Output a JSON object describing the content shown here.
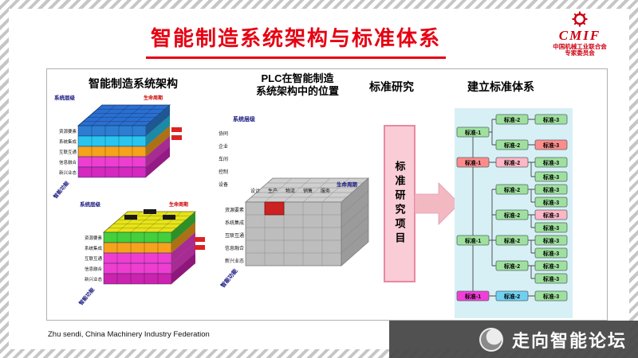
{
  "slide": {
    "title": "智能制造系统架构与标准体系",
    "credit": "Zhu sendi, China Machinery Industry Federation",
    "banner_text": "走向智能论坛"
  },
  "logo": {
    "brand": "CMIF",
    "org": "中国机械工业联合会",
    "sub": "专家委员会"
  },
  "sections": {
    "arch_title": "智能制造系统架构",
    "plc_title_line1": "PLC在智能制造",
    "plc_title_line2": "系统架构中的位置",
    "research_title": "标准研究",
    "build_title": "建立标准体系",
    "research_box_label": "标准研究项目"
  },
  "axes": {
    "system_axis": "系统层级",
    "lifecycle_axis": "生命周期",
    "function_axis": "智能功能",
    "levels": [
      "协同",
      "企业",
      "车间",
      "控制",
      "设备"
    ],
    "phases": [
      "设计",
      "生产",
      "物流",
      "销售",
      "服务"
    ],
    "functions": [
      "资源要素",
      "系统集成",
      "互联互通",
      "信息融合",
      "新兴业态"
    ]
  },
  "colors": {
    "title_red": "#e60012",
    "tree_panel_blue": "#d7f0f6",
    "arrow_pink": "#f2b9c3",
    "research_box_fill": "#f9ccd6",
    "banner_bg": "#484848",
    "plc_cell_red": "#cc2222",
    "node_green": "#9fe09f",
    "node_red": "#ff8b8b",
    "node_pink": "#ffb6c6",
    "node_magenta": "#f23ed8",
    "node_blue": "#6fd0f2"
  },
  "tree": {
    "nodes": [
      {
        "label": "标准-2",
        "color": "green"
      },
      {
        "label": "标准-3",
        "color": "green"
      },
      {
        "label": "标准-1",
        "color": "green"
      },
      {
        "label": "标准-2",
        "color": "green"
      },
      {
        "label": "标准-3",
        "color": "red"
      },
      {
        "label": "标准-1",
        "color": "red"
      },
      {
        "label": "标准-2",
        "color": "pink"
      },
      {
        "label": "标准-3",
        "color": "green"
      },
      {
        "label": "标准-3",
        "color": "green"
      },
      {
        "label": "标准-2",
        "color": "green"
      },
      {
        "label": "标准-3",
        "color": "green"
      },
      {
        "label": "标准-3",
        "color": "green"
      },
      {
        "label": "标准-2",
        "color": "green"
      },
      {
        "label": "标准-3",
        "color": "pink"
      },
      {
        "label": "标准-3",
        "color": "green"
      },
      {
        "label": "标准-1",
        "color": "green"
      },
      {
        "label": "标准-2",
        "color": "green"
      },
      {
        "label": "标准-3",
        "color": "green"
      },
      {
        "label": "标准-3",
        "color": "green"
      },
      {
        "label": "标准-2",
        "color": "green"
      },
      {
        "label": "标准-3",
        "color": "green"
      },
      {
        "label": "标准-3",
        "color": "green"
      },
      {
        "label": "标准-1",
        "color": "magenta"
      },
      {
        "label": "标准-2",
        "color": "blue"
      },
      {
        "label": "标准-3",
        "color": "green"
      }
    ]
  }
}
